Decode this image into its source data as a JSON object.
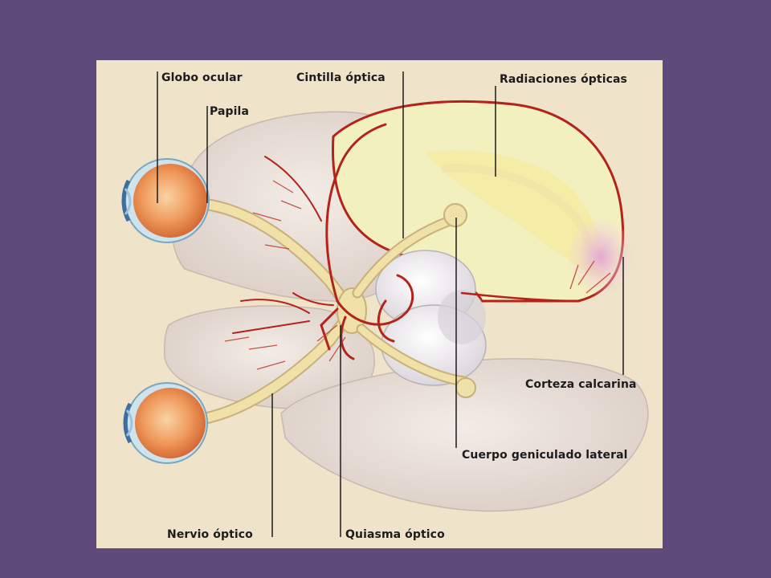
{
  "diagram": {
    "labels": {
      "globo_ocular": "Globo ocular",
      "papila": "Papila",
      "cintilla_optica": "Cintilla óptica",
      "radiaciones_opticas": "Radiaciones ópticas",
      "corteza_calcarina": "Corteza calcarina",
      "cuerpo_geniculado_lateral": "Cuerpo geniculado lateral",
      "nervio_optico": "Nervio óptico",
      "quiasma_optico": "Quiasma óptico"
    },
    "colors": {
      "slide_background": "#5f4a7c",
      "panel_background": "#efe3c9",
      "brain_tissue": "#e9ddd4",
      "optic_pathway": "#efe1a8",
      "cortex_yellow": "#f3f0bf",
      "blood_vessels": "#b4231b",
      "eye_iris": "#e9864a",
      "calcarine_cortex": "#dca6c9"
    }
  }
}
